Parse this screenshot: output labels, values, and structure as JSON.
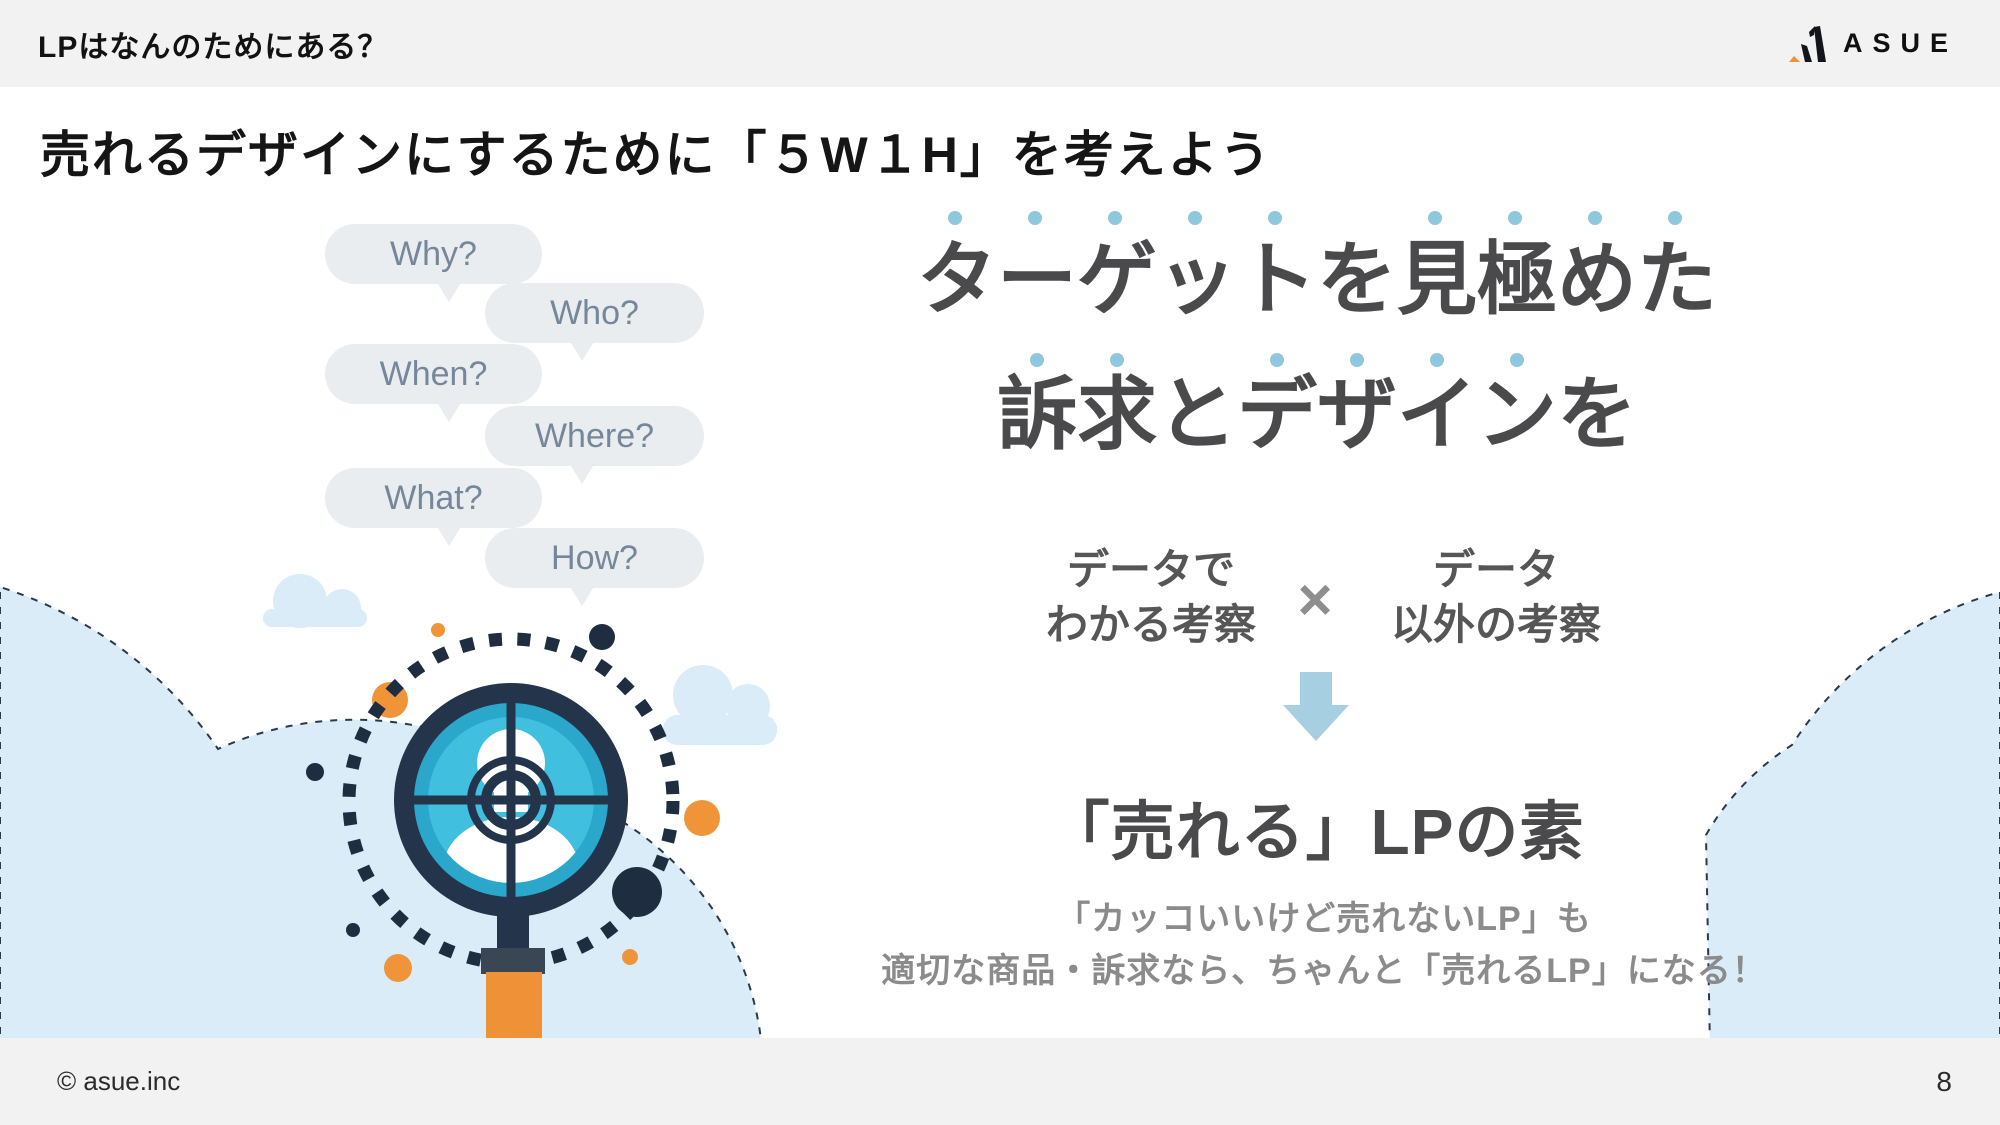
{
  "header": {
    "title": "LPはなんのためにある？",
    "logo_text": "ASUE"
  },
  "slide": {
    "title": "売れるデザインにするために「５W１H」を考えよう",
    "bubbles": [
      {
        "label": "Why?"
      },
      {
        "label": "Who?"
      },
      {
        "label": "When?"
      },
      {
        "label": "Where?"
      },
      {
        "label": "What?"
      },
      {
        "label": "How?"
      }
    ],
    "main_message": {
      "line1": "ターゲットを見極めた",
      "line2": "訴求とデザインを"
    },
    "formula": {
      "left_line1": "データで",
      "left_line2": "わかる考察",
      "operator": "×",
      "right_line1": "データ",
      "right_line2": "以外の考察"
    },
    "result_title": "「売れる」LPの素",
    "note_line1": "「カッコいいけど売れないLP」も",
    "note_line2": "適切な商品・訴求なら、ちゃんと「売れるLP」になる！"
  },
  "footer": {
    "copyright": "© asue.inc",
    "page_number": "8"
  },
  "colors": {
    "header_bg": "#f2f2f3",
    "accent_orange": "#f0943a",
    "navy": "#1f2d40",
    "cyan_mid": "#2aa7cb",
    "cyan_light": "#41bfdf",
    "cloud_blue": "#d9ecf7",
    "bubble_bg": "#e9edf0",
    "bubble_text": "#76879b",
    "heading_text": "#4a4a4c",
    "muted_text": "#8b8b8b",
    "emphasis_dot": "#90c7de",
    "arrow_blue": "#a6cfe2"
  },
  "icons": {
    "logo_mark": "asue-triangle-mark",
    "illustration": "target-scope-person"
  }
}
